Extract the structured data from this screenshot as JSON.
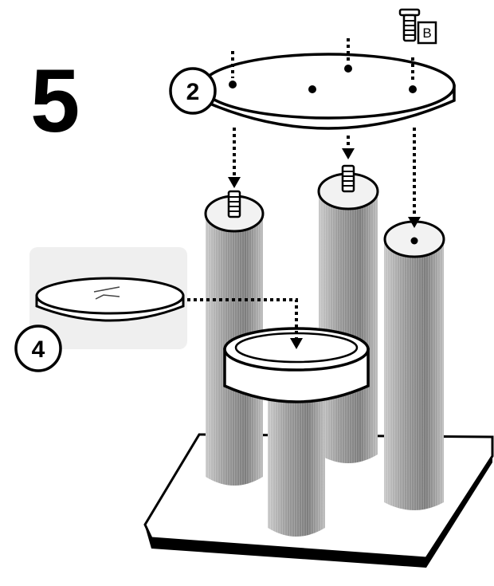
{
  "step": {
    "number": "5"
  },
  "callouts": {
    "top_plate": "2",
    "cushion": "4"
  },
  "screw": {
    "label": "B"
  }
}
